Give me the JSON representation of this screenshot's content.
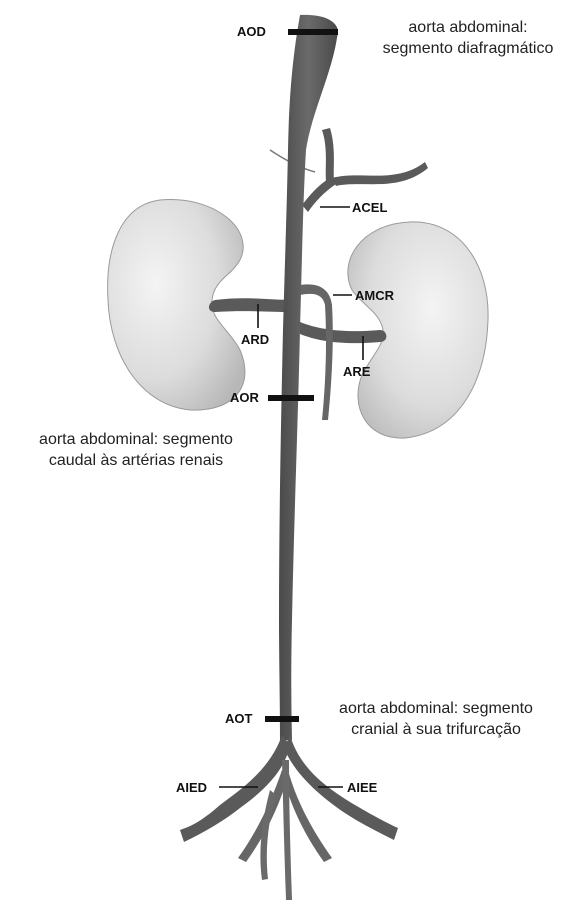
{
  "labels": {
    "aod": "AOD",
    "acel": "ACEL",
    "amcr": "AMCR",
    "ard": "ARD",
    "are": "ARE",
    "aor": "AOR",
    "aot": "AOT",
    "aied": "AIED",
    "aiee": "AIEE"
  },
  "captions": {
    "diaphragmatic": [
      "aorta abdominal:",
      "segmento diafragmático"
    ],
    "caudal_renal": [
      "aorta abdominal: segmento",
      "caudal às artérias renais"
    ],
    "cranial_trifurcation": [
      "aorta abdominal: segmento",
      "cranial à sua trifurcação"
    ]
  },
  "colors": {
    "vessel": "#5c5c5c",
    "kidney_edge": "#9a9a9a",
    "marker": "#111111"
  }
}
